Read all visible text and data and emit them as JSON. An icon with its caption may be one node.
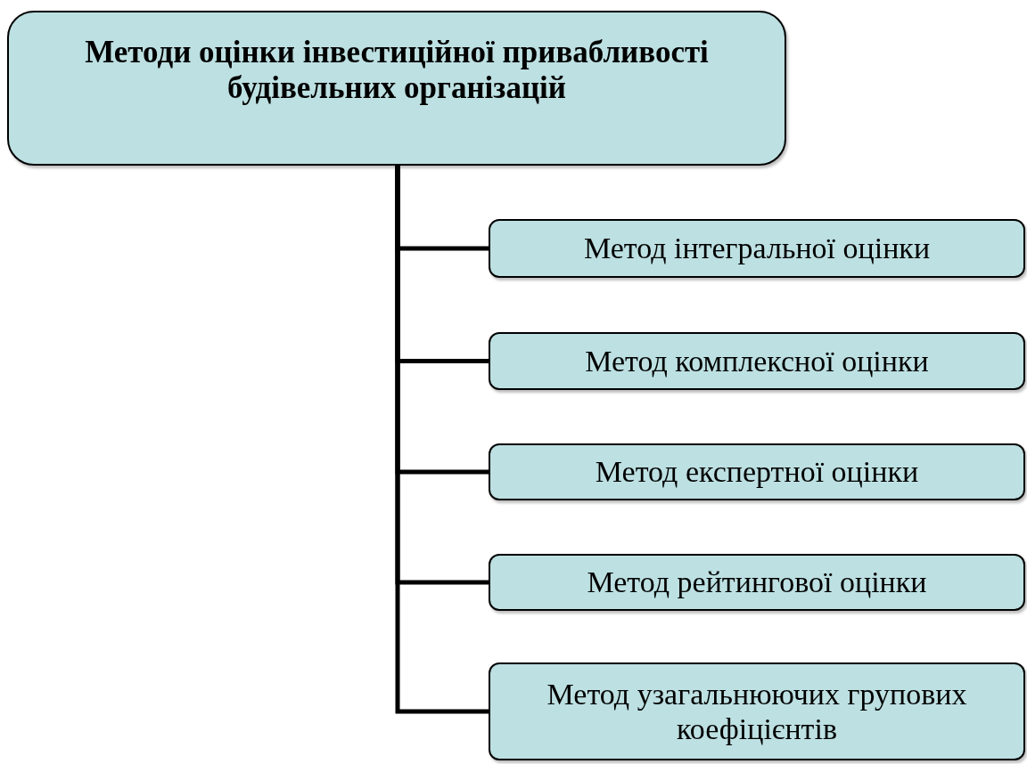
{
  "diagram": {
    "nodes": [
      {
        "text": [
          "Методи оцінки інвестиційної привабливості будівельних організацій"
        ]
      },
      {
        "text": [
          "Метод інтегральної оцінки"
        ]
      },
      {
        "text": [
          "Метод комплексної оцінки"
        ]
      },
      {
        "text": [
          "Метод експертної оцінки"
        ]
      },
      {
        "text": [
          "Метод рейтингової оцінки"
        ]
      },
      {
        "text": [
          "Метод узагальнюючих групових коефіцієнтів"
        ]
      }
    ],
    "edges": [
      {
        "from": 0,
        "to": 1,
        "arrow": "none"
      },
      {
        "from": 0,
        "to": 2,
        "arrow": "none"
      },
      {
        "from": 0,
        "to": 3,
        "arrow": "none"
      },
      {
        "from": 0,
        "to": 4,
        "arrow": "none"
      },
      {
        "from": 0,
        "to": 5,
        "arrow": "none"
      }
    ]
  }
}
